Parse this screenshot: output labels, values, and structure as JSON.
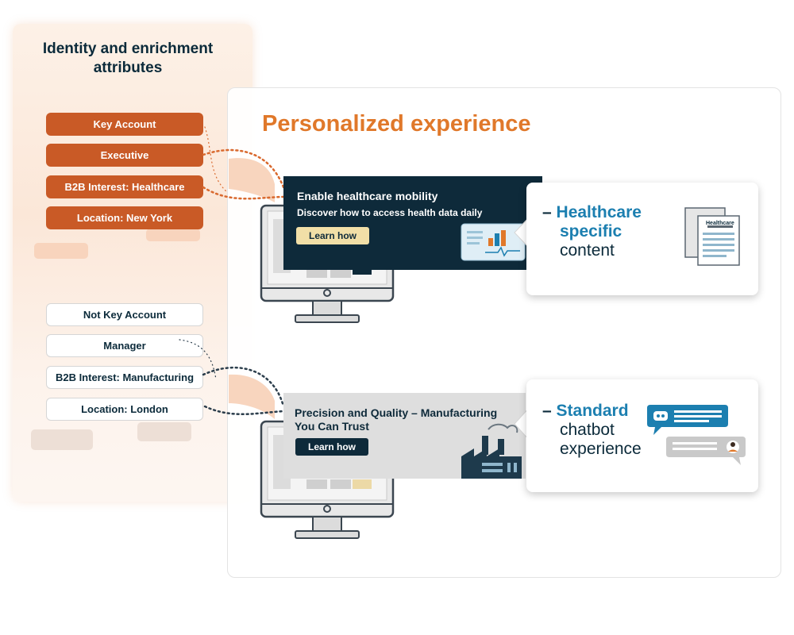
{
  "left_panel": {
    "title": "Identity and enrichment attributes",
    "profile_a": [
      "Key Account",
      "Executive",
      "B2B Interest: Healthcare",
      "Location: New York"
    ],
    "profile_b": [
      "Not Key Account",
      "Manager",
      "B2B Interest: Manufacturing",
      "Location: London"
    ]
  },
  "right_panel": {
    "title": "Personalized experience",
    "banner_healthcare": {
      "title": "Enable healthcare mobility",
      "subtitle": "Discover how to access health data daily",
      "button": "Learn how"
    },
    "banner_manufacturing": {
      "title_line1": "Precision and Quality – Manufacturing",
      "title_line2": "You Can Trust",
      "button": "Learn how"
    },
    "card_healthcare": {
      "dash": "–",
      "line1": "Healthcare",
      "line2": "specific",
      "line3": "content",
      "document_label": "Healthcare"
    },
    "card_standard": {
      "dash": "–",
      "line1": "Standard",
      "line2": "chatbot",
      "line3": "experience"
    }
  },
  "colors": {
    "orange_pill": "#c95a26",
    "title_orange": "#e0782a",
    "navy": "#0e2a3a",
    "highlight_blue": "#1c7fb0"
  }
}
